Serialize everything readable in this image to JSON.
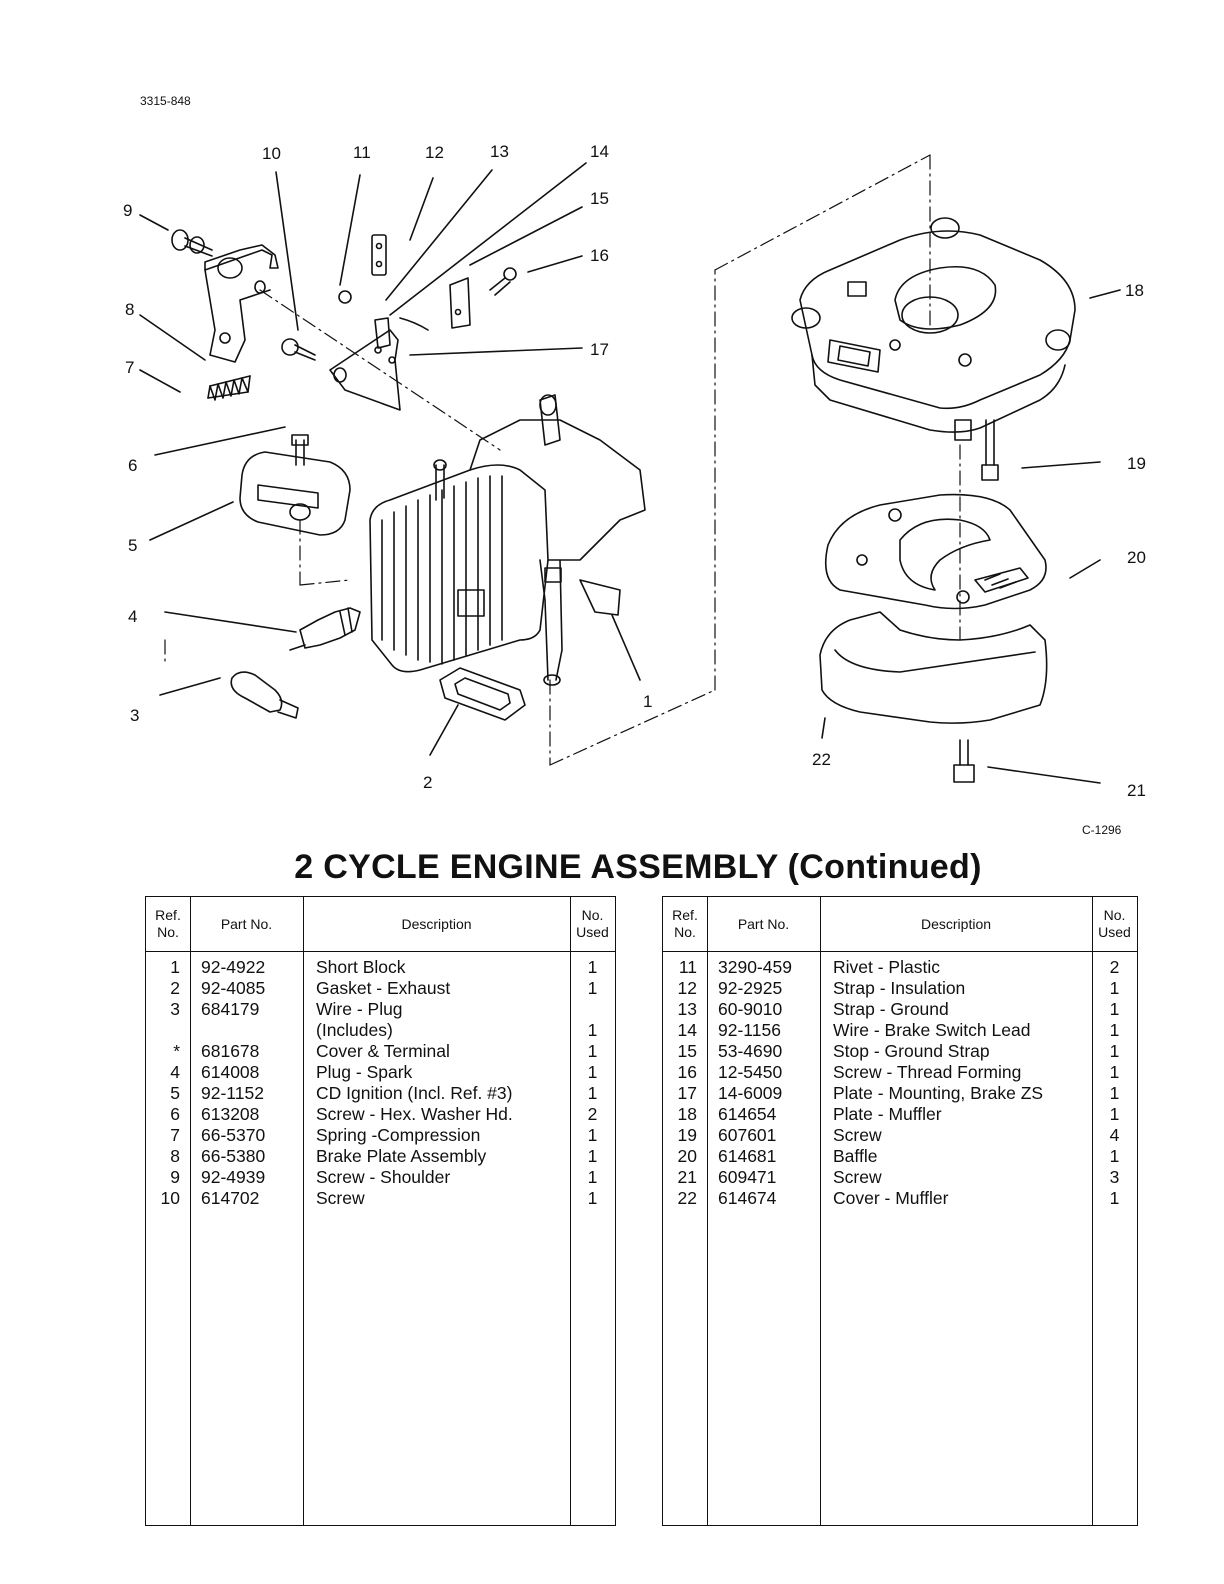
{
  "doc_code": "3315-848",
  "figure_code": "C-1296",
  "title": "2 CYCLE ENGINE ASSEMBLY (Continued)",
  "callouts": [
    "1",
    "2",
    "3",
    "4",
    "5",
    "6",
    "7",
    "8",
    "9",
    "10",
    "11",
    "12",
    "13",
    "14",
    "15",
    "16",
    "17",
    "18",
    "19",
    "20",
    "21",
    "22"
  ],
  "table_headers": {
    "ref": [
      "Ref.",
      "No."
    ],
    "part": "Part No.",
    "description": "Description",
    "used": [
      "No.",
      "Used"
    ]
  },
  "left_rows": [
    {
      "ref": "1",
      "part": "92-4922",
      "desc": "Short Block",
      "used": "1"
    },
    {
      "ref": "2",
      "part": "92-4085",
      "desc": "Gasket - Exhaust",
      "used": "1"
    },
    {
      "ref": "3",
      "part": "684179",
      "desc": "Wire - Plug",
      "used": ""
    },
    {
      "ref": "",
      "part": "",
      "desc": " (Includes)",
      "used": "1"
    },
    {
      "ref": "*",
      "part": "681678",
      "desc": "Cover & Terminal",
      "used": "1"
    },
    {
      "ref": "4",
      "part": "614008",
      "desc": "Plug - Spark",
      "used": "1"
    },
    {
      "ref": "5",
      "part": "92-1152",
      "desc": "CD Ignition  (Incl. Ref. #3)",
      "used": "1"
    },
    {
      "ref": "6",
      "part": "613208",
      "desc": "Screw - Hex. Washer Hd.",
      "used": "2"
    },
    {
      "ref": "7",
      "part": "66-5370",
      "desc": "Spring -Compression",
      "used": "1"
    },
    {
      "ref": "8",
      "part": "66-5380",
      "desc": "Brake Plate Assembly",
      "used": "1"
    },
    {
      "ref": "9",
      "part": "92-4939",
      "desc": "Screw - Shoulder",
      "used": "1"
    },
    {
      "ref": "10",
      "part": "614702",
      "desc": "Screw",
      "used": "1"
    }
  ],
  "right_rows": [
    {
      "ref": "11",
      "part": "3290-459",
      "desc": "Rivet - Plastic",
      "used": "2"
    },
    {
      "ref": "12",
      "part": "92-2925",
      "desc": "Strap - Insulation",
      "used": "1"
    },
    {
      "ref": "13",
      "part": "60-9010",
      "desc": "Strap - Ground",
      "used": "1"
    },
    {
      "ref": "14",
      "part": "92-1156",
      "desc": "Wire - Brake Switch Lead",
      "used": "1"
    },
    {
      "ref": "15",
      "part": "53-4690",
      "desc": "Stop - Ground Strap",
      "used": "1"
    },
    {
      "ref": "16",
      "part": "12-5450",
      "desc": "Screw  - Thread Forming",
      "used": "1"
    },
    {
      "ref": "17",
      "part": "14-6009",
      "desc": "Plate - Mounting, Brake ZS",
      "used": "1"
    },
    {
      "ref": "18",
      "part": "614654",
      "desc": "Plate - Muffler",
      "used": "1"
    },
    {
      "ref": "19",
      "part": "607601",
      "desc": "Screw",
      "used": "4"
    },
    {
      "ref": "20",
      "part": "614681",
      "desc": "Baffle",
      "used": "1"
    },
    {
      "ref": "21",
      "part": "609471",
      "desc": "Screw",
      "used": "3"
    },
    {
      "ref": "22",
      "part": "614674",
      "desc": "Cover - Muffler",
      "used": "1"
    }
  ]
}
